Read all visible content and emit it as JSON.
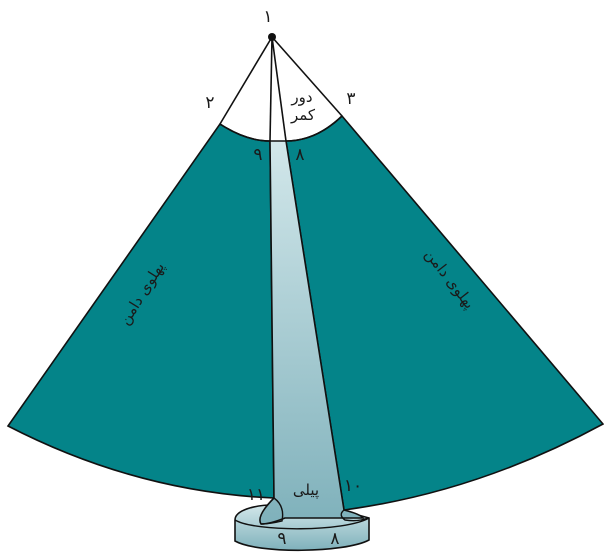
{
  "colors": {
    "skirt_fill": "#048489",
    "pleat_fill_light": "#d2e7ea",
    "pleat_fill_dark": "#7fb1bb",
    "outline": "#111111",
    "background": "#ffffff"
  },
  "labels": {
    "point_1": "۱",
    "point_2": "۲",
    "point_3": "۳",
    "point_8_top": "۸",
    "point_9_top": "۹",
    "point_8_bottom": "۸",
    "point_9_bottom": "۹",
    "point_10": "۱۰",
    "point_11": "۱۱",
    "waist_line1": "دور",
    "waist_line2": "کمر",
    "skirt_side_left": "پهلوی دامن",
    "skirt_side_right": "پهلوی دامن",
    "pleat": "پیلی"
  }
}
